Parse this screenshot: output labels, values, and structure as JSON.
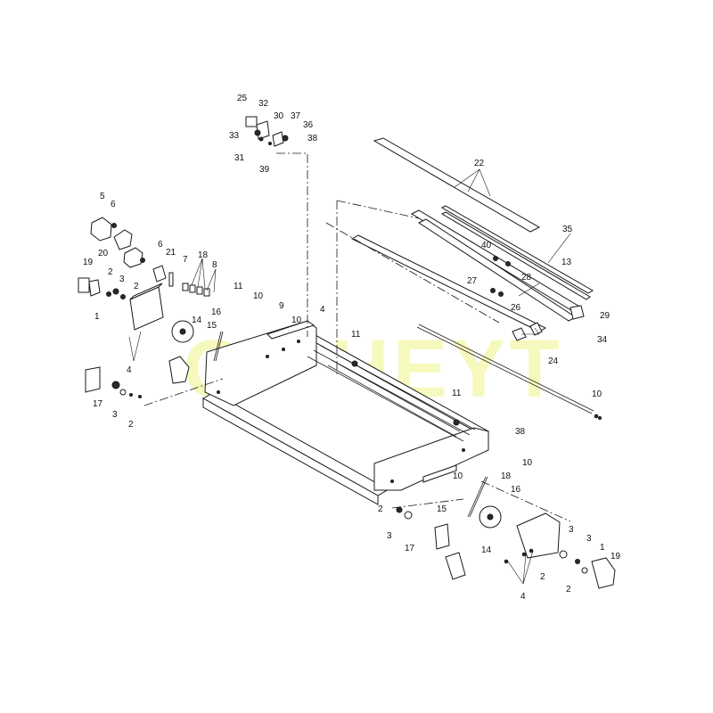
{
  "watermark": "OILHEYT",
  "callouts": [
    {
      "id": "c25",
      "text": "25"
    },
    {
      "id": "c32",
      "text": "32"
    },
    {
      "id": "c30",
      "text": "30"
    },
    {
      "id": "c37",
      "text": "37"
    },
    {
      "id": "c36",
      "text": "36"
    },
    {
      "id": "c33",
      "text": "33"
    },
    {
      "id": "c38a",
      "text": "38"
    },
    {
      "id": "c31",
      "text": "31"
    },
    {
      "id": "c39",
      "text": "39"
    },
    {
      "id": "c22",
      "text": "22"
    },
    {
      "id": "c5",
      "text": "5"
    },
    {
      "id": "c6a",
      "text": "6"
    },
    {
      "id": "c35",
      "text": "35"
    },
    {
      "id": "c40",
      "text": "40"
    },
    {
      "id": "c13",
      "text": "13"
    },
    {
      "id": "c20",
      "text": "20"
    },
    {
      "id": "c6b",
      "text": "6"
    },
    {
      "id": "c21",
      "text": "21"
    },
    {
      "id": "c18a",
      "text": "18"
    },
    {
      "id": "c7",
      "text": "7"
    },
    {
      "id": "c8",
      "text": "8"
    },
    {
      "id": "c19a",
      "text": "19"
    },
    {
      "id": "c28",
      "text": "28"
    },
    {
      "id": "c27",
      "text": "27"
    },
    {
      "id": "c2a",
      "text": "2"
    },
    {
      "id": "c3a",
      "text": "3"
    },
    {
      "id": "c2b",
      "text": "2"
    },
    {
      "id": "c11a",
      "text": "11"
    },
    {
      "id": "c26",
      "text": "26"
    },
    {
      "id": "c10a",
      "text": "10"
    },
    {
      "id": "c9",
      "text": "9"
    },
    {
      "id": "c1a",
      "text": "1"
    },
    {
      "id": "c16a",
      "text": "16"
    },
    {
      "id": "c4a",
      "text": "4"
    },
    {
      "id": "c29",
      "text": "29"
    },
    {
      "id": "c14a",
      "text": "14"
    },
    {
      "id": "c15a",
      "text": "15"
    },
    {
      "id": "c10b",
      "text": "10"
    },
    {
      "id": "c11b",
      "text": "11"
    },
    {
      "id": "c34",
      "text": "34"
    },
    {
      "id": "c4b",
      "text": "4"
    },
    {
      "id": "c24",
      "text": "24"
    },
    {
      "id": "c11c",
      "text": "11"
    },
    {
      "id": "c10c",
      "text": "10"
    },
    {
      "id": "c17a",
      "text": "17"
    },
    {
      "id": "c3b",
      "text": "3"
    },
    {
      "id": "c2c",
      "text": "2"
    },
    {
      "id": "c38b",
      "text": "38"
    },
    {
      "id": "c10d",
      "text": "10"
    },
    {
      "id": "c18b",
      "text": "18"
    },
    {
      "id": "c10e",
      "text": "10"
    },
    {
      "id": "c16b",
      "text": "16"
    },
    {
      "id": "c15b",
      "text": "15"
    },
    {
      "id": "c2d",
      "text": "2"
    },
    {
      "id": "c3c",
      "text": "3"
    },
    {
      "id": "c17b",
      "text": "17"
    },
    {
      "id": "c14b",
      "text": "14"
    },
    {
      "id": "c3d",
      "text": "3"
    },
    {
      "id": "c3e",
      "text": "3"
    },
    {
      "id": "c1b",
      "text": "1"
    },
    {
      "id": "c19b",
      "text": "19"
    },
    {
      "id": "c2e",
      "text": "2"
    },
    {
      "id": "c2f",
      "text": "2"
    },
    {
      "id": "c4c",
      "text": "4"
    }
  ]
}
